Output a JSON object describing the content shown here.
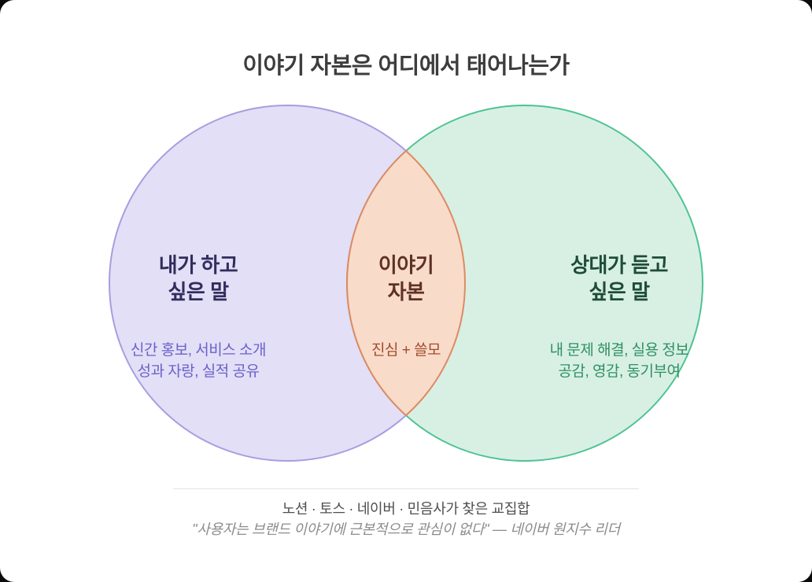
{
  "title": "이야기 자본은 어디에서 태어나는가",
  "venn": {
    "left": {
      "heading": "내가 하고\n싶은 말",
      "detail": "신간 홍보, 서비스 소개\n성과 자랑, 실적 공유"
    },
    "center": {
      "heading": "이야기\n자본",
      "detail": "진심 + 쓸모"
    },
    "right": {
      "heading": "상대가 듣고\n싶은 말",
      "detail": "내 문제 해결, 실용 정보\n공감, 영감, 동기부여"
    }
  },
  "footer": {
    "line1": "노션 · 토스 · 네이버 · 민음사가 찾은 교집합",
    "line2": "\"사용자는 브랜드 이야기에 근본적으로 관심이 없다\" — 네이버 원지수 리더"
  },
  "colors": {
    "left_fill": "#e2dff7",
    "left_stroke": "#a69edf",
    "right_fill": "#d8f0e3",
    "right_stroke": "#4ec394",
    "overlap_fill": "#f9dbca",
    "overlap_stroke": "#de8a62",
    "left_heading_text": "#322d5c",
    "left_detail_text": "#6c61c8",
    "center_heading_text": "#5e3125",
    "center_detail_text": "#a14d2c",
    "right_heading_text": "#1e4c39",
    "right_detail_text": "#2f9065",
    "title_text": "#3d3d3d",
    "footer_text": "#4f4f4f",
    "footer_quote_text": "#8c8c8c"
  }
}
